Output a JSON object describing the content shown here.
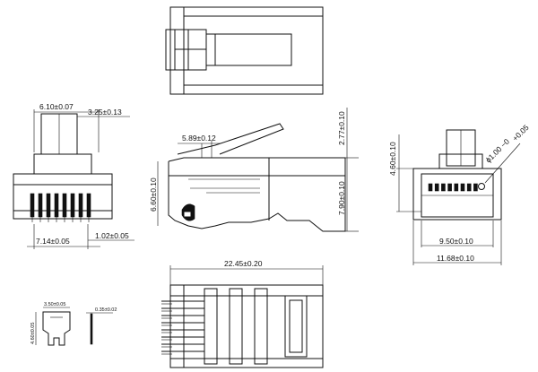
{
  "dimensions": {
    "top_width": "6.10±0.07",
    "top_tab": "3.25±0.13",
    "front_pitch_total": "7.14±0.05",
    "front_pin_offset": "1.02±0.05",
    "side_tab_len": "5.89±0.12",
    "side_height": "6.60±0.10",
    "side_tab_height": "2.77±0.10",
    "side_body_height": "7.90±0.10",
    "right_height": "4.60±0.10",
    "right_tol_plus": "+0.05",
    "right_hole": "ϕ1.00 −0",
    "right_inner_width": "9.50±0.10",
    "right_outer_width": "11.68±0.10",
    "bottom_length": "22.45±0.20",
    "contact_width": "3.50±0.05",
    "contact_height": "4.60±0.05",
    "contact_thickness": "0.35±0.02"
  }
}
